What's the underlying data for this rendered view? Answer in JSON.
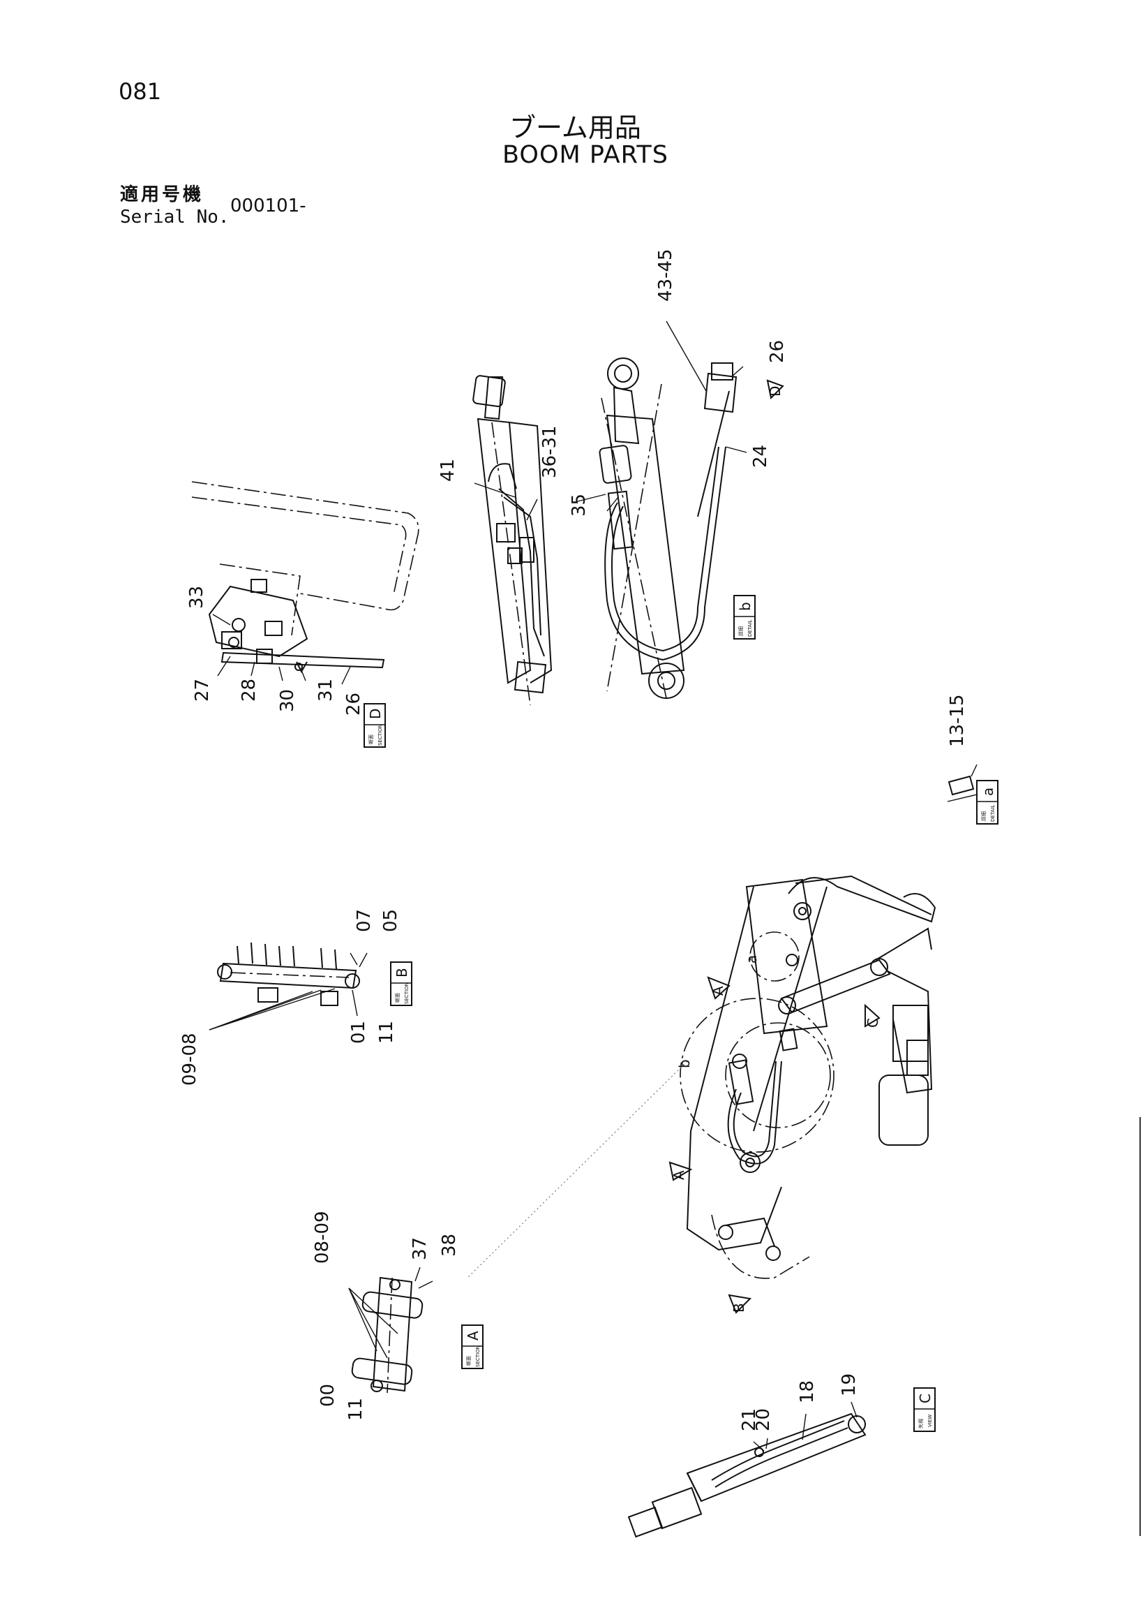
{
  "page": {
    "number": "081",
    "title_jp": "ブーム用品",
    "title_en": "BOOM PARTS",
    "serial_label_jp": "適用号機",
    "serial_label_en": "Serial No.",
    "serial_value": "000101-"
  },
  "tags": {
    "section_d": {
      "kanji": "断面",
      "kind": "SECTION",
      "letter": "D"
    },
    "detail_b": {
      "kanji": "詳細",
      "kind": "DETAIL",
      "letter": "b"
    },
    "detail_a": {
      "kanji": "詳細",
      "kind": "DETAIL",
      "letter": "a"
    },
    "section_b": {
      "kanji": "断面",
      "kind": "SECTION",
      "letter": "B"
    },
    "section_a": {
      "kanji": "断面",
      "kind": "SECTION",
      "letter": "A"
    },
    "view_c": {
      "kanji": "矢視",
      "kind": "VIEW",
      "letter": "C"
    }
  },
  "callouts": {
    "c43_45": "43-45",
    "c26_top": "26",
    "c24": "24",
    "c35": "35",
    "c36_31": "36-31",
    "c41": "41",
    "c33": "33",
    "c27": "27",
    "c28": "28",
    "c30": "30",
    "c31": "31",
    "c26_sec": "26",
    "c13_15": "13-15",
    "c07": "07",
    "c05": "05",
    "c11_b": "11",
    "c01": "01",
    "c09_08": "09-08",
    "c08_09": "08-09",
    "c37": "37",
    "c38": "38",
    "c00": "00",
    "c11_a": "11",
    "c18": "18",
    "c19": "19",
    "c20": "20",
    "c21": "21"
  },
  "markers": {
    "a": "a",
    "b": "b",
    "arrow_d": "D",
    "arrow_a_top": "A",
    "arrow_c": "C",
    "arrow_a_left": "A",
    "arrow_b": "B"
  }
}
